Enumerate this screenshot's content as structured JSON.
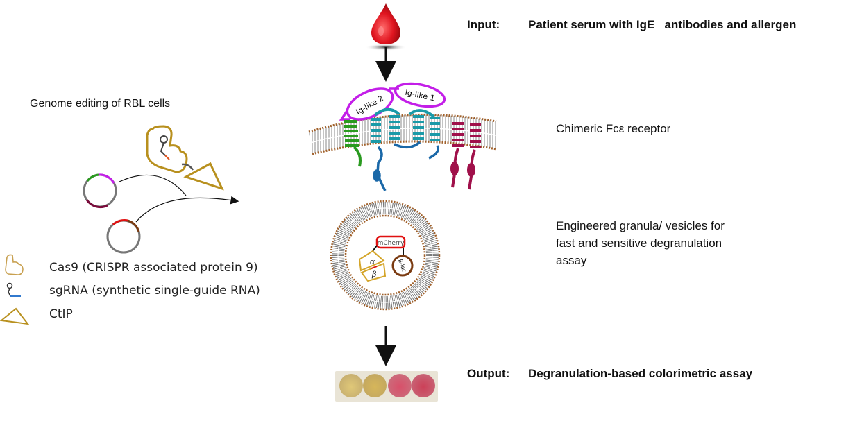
{
  "left_panel": {
    "title": "Genome editing of RBL cells",
    "legend": [
      {
        "icon": "cas9-icon",
        "label": "Cas9 (CRISPR associated protein 9)"
      },
      {
        "icon": "sgrna-icon",
        "label": "sgRNA (synthetic single-guide RNA)"
      },
      {
        "icon": "ctip-icon",
        "label": "CtIP"
      }
    ]
  },
  "center": {
    "receptor_domains": [
      "Ig-like 2",
      "Ig-like 1"
    ],
    "vesicle_labels": {
      "reporter": "mCherry",
      "alpha": "α",
      "beta": "β",
      "enzyme": "β-lac"
    }
  },
  "right_panel": {
    "input_label": "Input:",
    "input_text": "Patient serum with IgE   antibodies and allergen",
    "receptor_text": "Chimeric Fcε receptor",
    "vesicle_text_lines": [
      "Engineered granula/ vesicles for",
      "fast and sensitive degranulation",
      "assay"
    ],
    "output_label": "Output:",
    "output_text": "Degranulation-based colorimetric assay"
  },
  "colors": {
    "blood": "#d0101a",
    "cas9": "#b8901e",
    "igloop": "#c31ee8",
    "green": "#2a9a20",
    "teal": "#1a9aa8",
    "blue": "#1a68a8",
    "crimson": "#a0104a",
    "mcherry": "#e01010",
    "lipid_head": "#a0602a"
  }
}
